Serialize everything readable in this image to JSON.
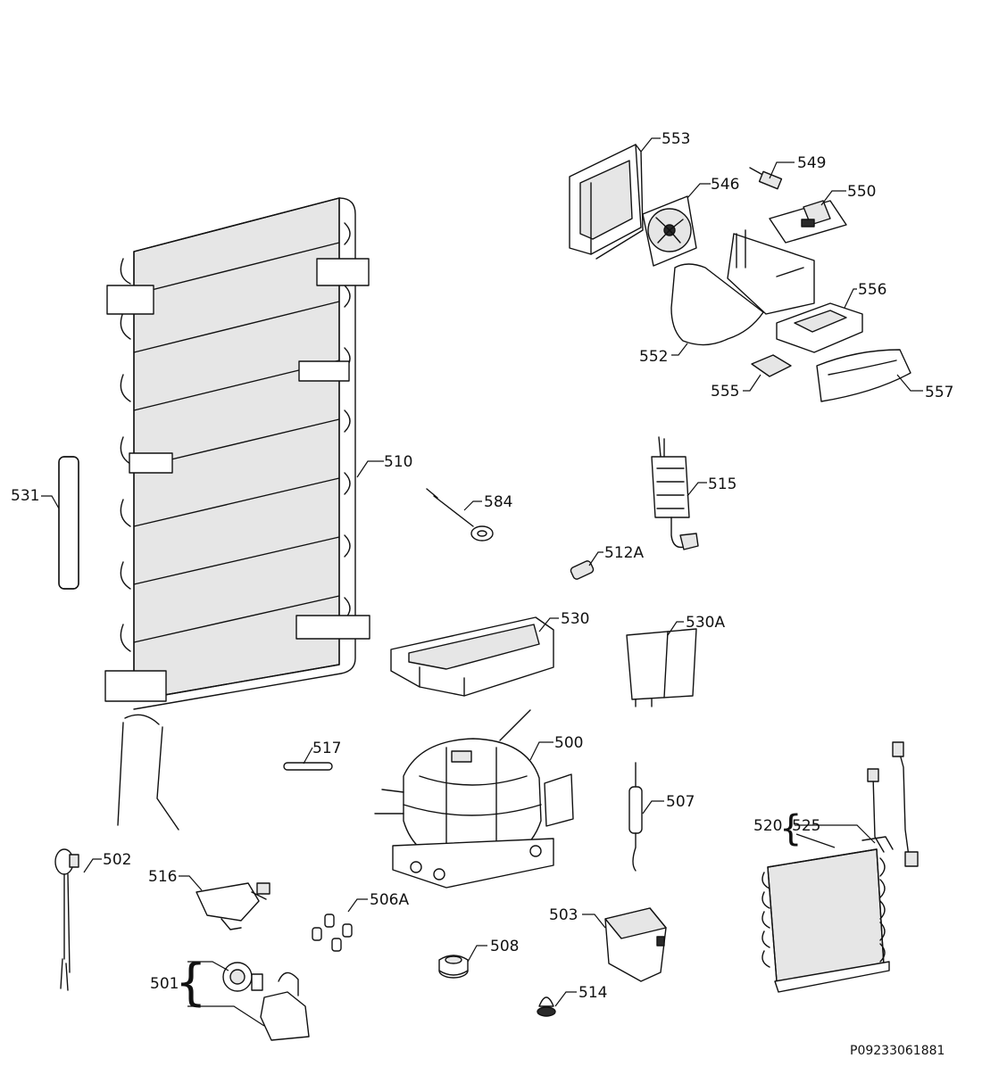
{
  "document_id": "P09233061881",
  "labels": {
    "p553": "553",
    "p549": "549",
    "p546": "546",
    "p550": "550",
    "p556": "556",
    "p552": "552",
    "p555": "555",
    "p557": "557",
    "p510": "510",
    "p531": "531",
    "p584": "584",
    "p515": "515",
    "p512a": "512A",
    "p530": "530",
    "p530a": "530A",
    "p517": "517",
    "p500": "500",
    "p507": "507",
    "p520": "520",
    "p525": "525",
    "p502": "502",
    "p516": "516",
    "p506a": "506A",
    "p503": "503",
    "p508": "508",
    "p501": "501",
    "p514": "514"
  }
}
